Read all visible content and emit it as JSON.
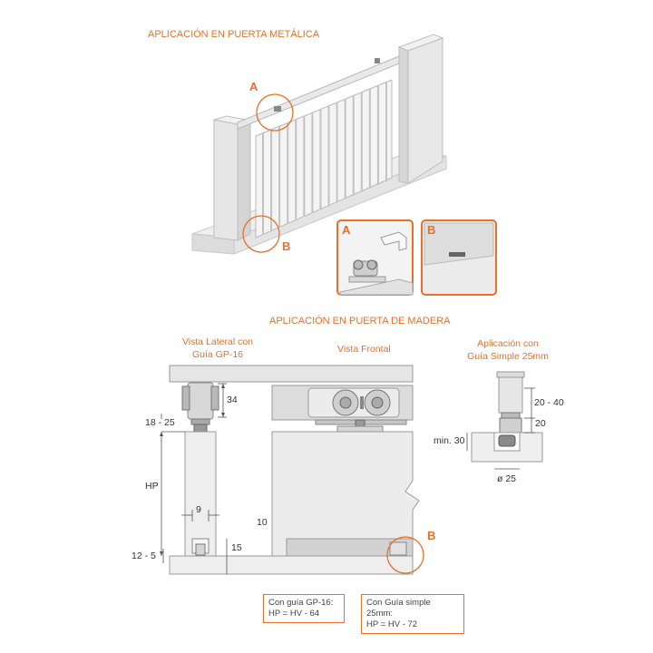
{
  "top": {
    "title": "APLICACIÓN EN PUERTA METÁLICA",
    "callout_a": "A",
    "callout_b": "B",
    "detail_a_label": "A",
    "detail_b_label": "B"
  },
  "bottom": {
    "title": "APLICACIÓN EN PUERTA DE MADERA",
    "lateral_view": "Vista Lateral con\nGuía GP-16",
    "frontal_view": "Vista Frontal",
    "simple_app": "Aplicación con\nGuía Simple 25mm",
    "dims": {
      "d34": "34",
      "d18_25": "18 - 25",
      "hp": "HP",
      "d9": "9",
      "d10": "10",
      "d12_5": "12 - 5",
      "d15": "15",
      "d20_40": "20 - 40",
      "d20": "20",
      "min30": "min. 30",
      "dia25": "ø 25"
    },
    "callout_b": "B",
    "note1_line1": "Con guía GP-16:",
    "note1_line2": "HP = HV - 64",
    "note2_line1": "Con Guía simple 25mm:",
    "note2_line2": "HP = HV - 72"
  },
  "colors": {
    "accent": "#e8702a",
    "panel": "#e6e6e6",
    "line": "#999999"
  }
}
